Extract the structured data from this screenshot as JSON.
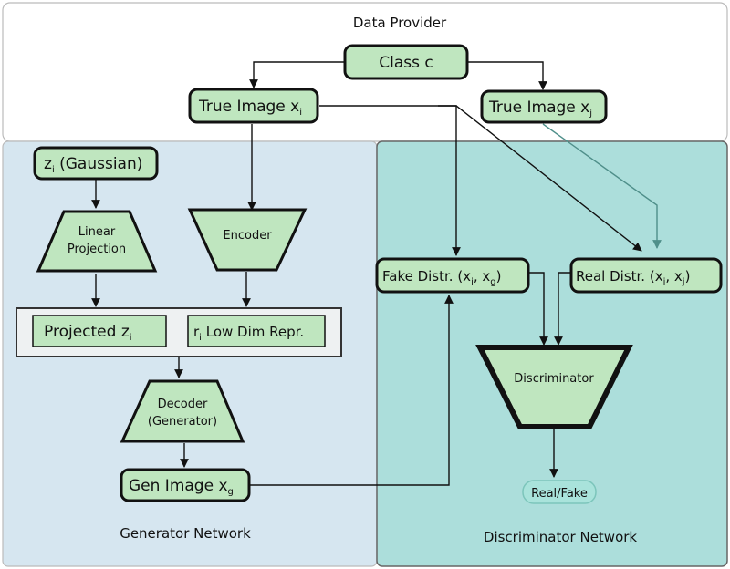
{
  "regions": {
    "data_provider": "Data Provider",
    "generator": "Generator Network",
    "discriminator": "Discriminator Network"
  },
  "nodes": {
    "class_c": "Class c",
    "true_image_xi": {
      "text": "True Image x",
      "sub": "i"
    },
    "true_image_xj": {
      "text": "True Image x",
      "sub": "j"
    },
    "z_gaussian": {
      "text": "z",
      "sub": "i",
      "rest": " (Gaussian)"
    },
    "linear_projection": [
      "Linear",
      "Projection"
    ],
    "encoder": "Encoder",
    "projected_z": {
      "text": "Projected z",
      "sub": "i"
    },
    "low_dim_repr": {
      "text": "r",
      "sub": "i",
      "rest": " Low Dim Repr."
    },
    "decoder": [
      "Decoder",
      "(Generator)"
    ],
    "gen_image": {
      "text": "Gen Image x",
      "sub": "g"
    },
    "fake_distr": {
      "text": "Fake Distr. (x",
      "sub1": "i",
      "mid": ", x",
      "sub2": "g",
      "end": ")"
    },
    "real_distr": {
      "text": "Real Distr. (x",
      "sub1": "i",
      "mid": ", x",
      "sub2": "j",
      "end": ")"
    },
    "discriminator": "Discriminator",
    "real_fake": "Real/Fake"
  },
  "colors": {
    "node_fill": "#bfe6bf",
    "generator_bg": "#d6e6f0",
    "discriminator_bg": "#acdedb",
    "data_provider_bg": "#ffffff",
    "teal_arrow": "#4f8f8a",
    "real_fake_fill": "#a9e3db"
  }
}
